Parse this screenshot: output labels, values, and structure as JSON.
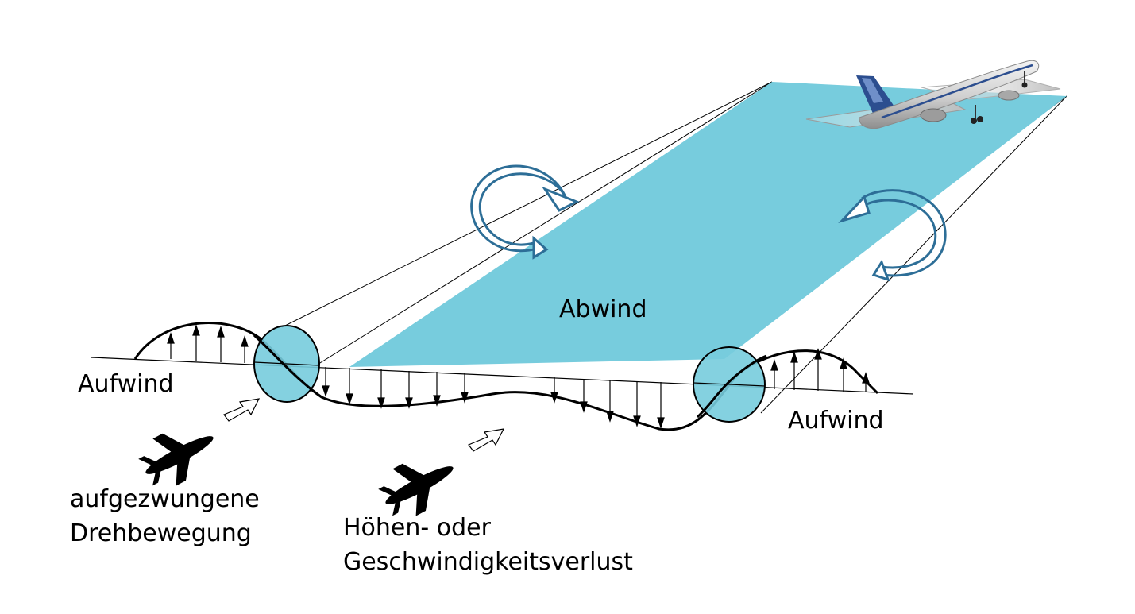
{
  "labels": {
    "downwash": "Abwind",
    "upwash_left": "Aufwind",
    "upwash_right": "Aufwind",
    "roll_line1": "aufgezwungene",
    "roll_line2": "Drehbewegung",
    "loss_line1": "Höhen- oder",
    "loss_line2": "Geschwindigkeitsverlust"
  },
  "icons": {
    "aircraft": "airliner-icon",
    "follower_plane": "plane-silhouette-icon",
    "vortex": "rotation-arrow-icon",
    "direction": "hollow-arrow-icon"
  },
  "colors": {
    "wake_fill": "#77CCDD",
    "vortex_arrow": "#2D6E97",
    "ink": "#000000",
    "airliner_body": "#D9D9D9",
    "airliner_tail": "#2C4E8F"
  }
}
